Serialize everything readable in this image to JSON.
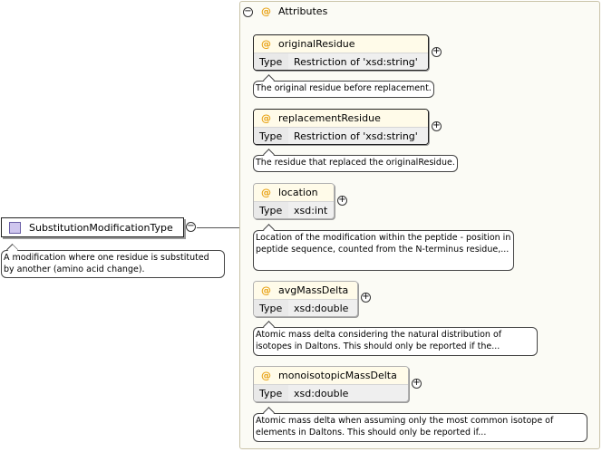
{
  "complex_type": {
    "name": "SubstitutionModificationType",
    "documentation": "A modification where one residue is substituted by another (amino acid change).",
    "icon": "complex-type-icon",
    "collapse_glyph": "−"
  },
  "attributes_group": {
    "label": "Attributes",
    "at_glyph": "@",
    "collapse_glyph": "−",
    "type_label": "Type",
    "expand_glyph": "+",
    "items": [
      {
        "name": "originalResidue",
        "type": "Restriction of 'xsd:string'",
        "documentation": "The original residue before replacement.",
        "use": "required"
      },
      {
        "name": "replacementResidue",
        "type": "Restriction of 'xsd:string'",
        "documentation": "The residue that replaced the originalResidue.",
        "use": "required"
      },
      {
        "name": "location",
        "type": "xsd:int",
        "documentation": "Location of the modification within the peptide - position in peptide sequence, counted from the N-terminus residue,...",
        "use": "optional"
      },
      {
        "name": "avgMassDelta",
        "type": "xsd:double",
        "documentation": "Atomic mass delta considering the natural distribution of isotopes in Daltons. This should only be reported if the...",
        "use": "optional"
      },
      {
        "name": "monoisotopicMassDelta",
        "type": "xsd:double",
        "documentation": "Atomic mass delta when assuming only the most common isotope of elements in Daltons. This should only be reported if...",
        "use": "optional"
      }
    ]
  },
  "colors": {
    "at_glyph": "#e8a317",
    "type_icon_fill": "#cfc6ee",
    "panel_bg": "#fbfbf5"
  }
}
